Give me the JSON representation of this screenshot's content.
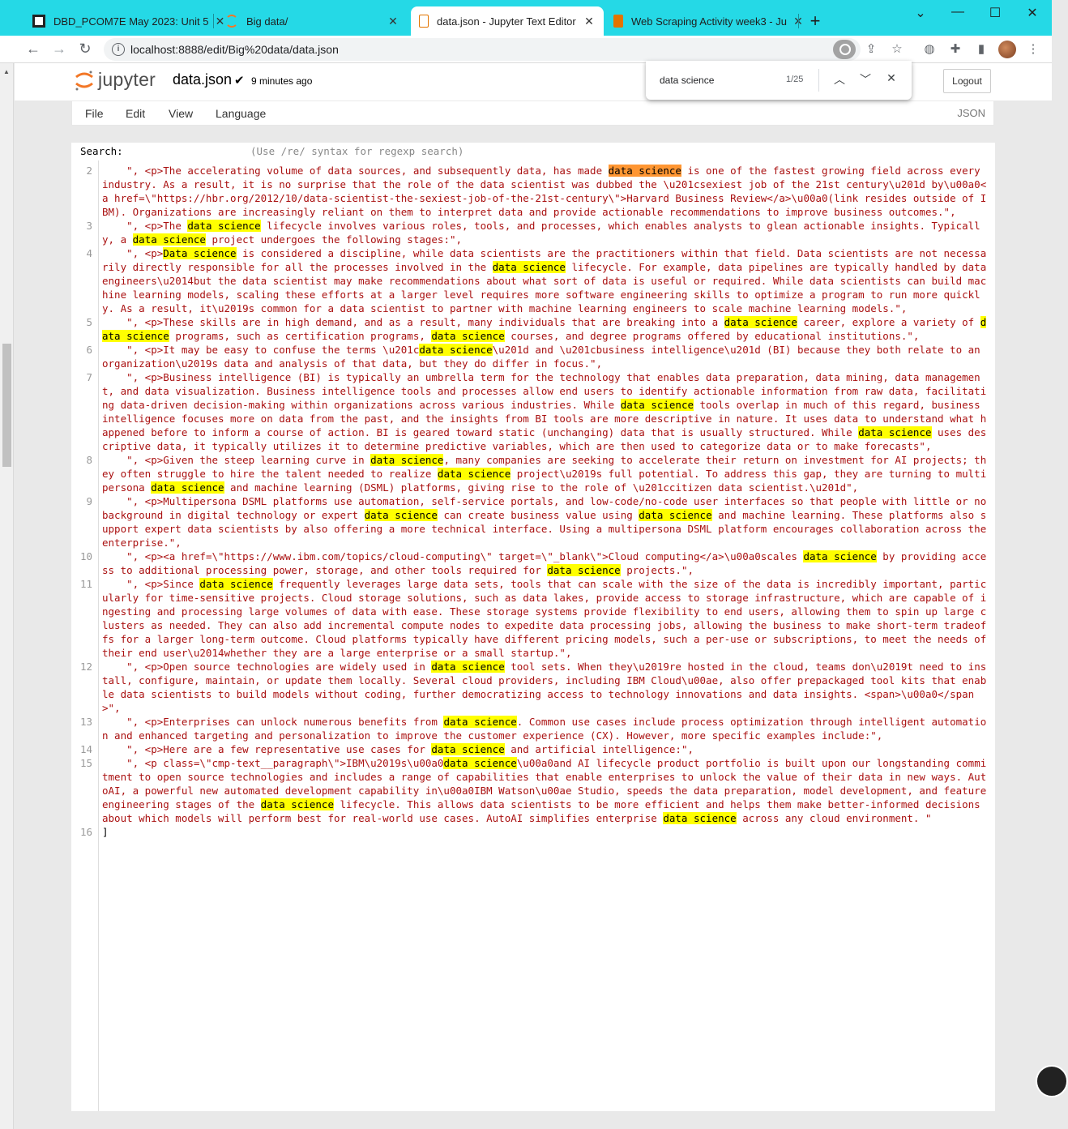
{
  "browser": {
    "tabs": [
      {
        "label": "DBD_PCOM7E May 2023: Unit 5",
        "active": false
      },
      {
        "label": "Big data/",
        "active": false
      },
      {
        "label": "data.json - Jupyter Text Editor",
        "active": true
      },
      {
        "label": "Web Scraping Activity week3 - Ju",
        "active": false
      }
    ],
    "url": "localhost:8888/edit/Big%20data/data.json"
  },
  "find": {
    "query": "data science",
    "count": "1/25"
  },
  "jupyter": {
    "logo_text": "jupyter",
    "filename": "data.json",
    "checkpoint": "9 minutes ago",
    "logout_label": "Logout",
    "menu": [
      "File",
      "Edit",
      "View",
      "Language"
    ],
    "mode": "JSON"
  },
  "editor": {
    "search_label": "Search:",
    "search_hint": "(Use /re/ syntax for regexp search)",
    "lines": [
      {
        "n": "2",
        "text": "    \", <p>The accelerating volume of data sources, and subsequently data, has made [[data science]] is one of the fastest growing field across every industry. As a result, it is no surprise that the role of the data scientist was dubbed the \\u201csexiest job of the 21st century\\u201d by\\u00a0<a href=\\\"https://hbr.org/2012/10/data-scientist-the-sexiest-job-of-the-21st-century\\\">Harvard Business Review</a>\\u00a0(link resides outside of IBM). Organizations are increasingly reliant on them to interpret data and provide actionable recommendations to improve business outcomes.\","
      },
      {
        "n": "3",
        "text": "    \", <p>The [[data science]] lifecycle involves various roles, tools, and processes, which enables analysts to glean actionable insights. Typically, a [[data science]] project undergoes the following stages:\","
      },
      {
        "n": "4",
        "text": "    \", <p>[[Data science]] is considered a discipline, while data scientists are the practitioners within that field. Data scientists are not necessarily directly responsible for all the processes involved in the [[data science]] lifecycle. For example, data pipelines are typically handled by data engineers\\u2014but the data scientist may make recommendations about what sort of data is useful or required. While data scientists can build machine learning models, scaling these efforts at a larger level requires more software engineering skills to optimize a program to run more quickly. As a result, it\\u2019s common for a data scientist to partner with machine learning engineers to scale machine learning models.\","
      },
      {
        "n": "5",
        "text": "    \", <p>These skills are in high demand, and as a result, many individuals that are breaking into a [[data science]] career, explore a variety of [[data science]] programs, such as certification programs, [[data science]] courses, and degree programs offered by educational institutions.\","
      },
      {
        "n": "6",
        "text": "    \", <p>It may be easy to confuse the terms \\u201c[[data science]]\\u201d and \\u201cbusiness intelligence\\u201d (BI) because they both relate to an organization\\u2019s data and analysis of that data, but they do differ in focus.\","
      },
      {
        "n": "7",
        "text": "    \", <p>Business intelligence (BI) is typically an umbrella term for the technology that enables data preparation, data mining, data management, and data visualization. Business intelligence tools and processes allow end users to identify actionable information from raw data, facilitating data-driven decision-making within organizations across various industries. While [[data science]] tools overlap in much of this regard, business intelligence focuses more on data from the past, and the insights from BI tools are more descriptive in nature. It uses data to understand what happened before to inform a course of action. BI is geared toward static (unchanging) data that is usually structured. While [[data science]] uses descriptive data, it typically utilizes it to determine predictive variables, which are then used to categorize data or to make forecasts\","
      },
      {
        "n": "8",
        "text": "    \", <p>Given the steep learning curve in [[data science]], many companies are seeking to accelerate their return on investment for AI projects; they often struggle to hire the talent needed to realize [[data science]] project\\u2019s full potential. To address this gap, they are turning to multipersona [[data science]] and machine learning (DSML) platforms, giving rise to the role of \\u201ccitizen data scientist.\\u201d\","
      },
      {
        "n": "9",
        "text": "    \", <p>Multipersona DSML platforms use automation, self-service portals, and low-code/no-code user interfaces so that people with little or no background in digital technology or expert [[data science]] can create business value using [[data science]] and machine learning. These platforms also support expert data scientists by also offering a more technical interface. Using a multipersona DSML platform encourages collaboration across the enterprise.\","
      },
      {
        "n": "10",
        "text": "    \", <p><a href=\\\"https://www.ibm.com/topics/cloud-computing\\\" target=\\\"_blank\\\">Cloud computing</a>\\u00a0scales [[data science]] by providing access to additional processing power, storage, and other tools required for [[data science]] projects.\","
      },
      {
        "n": "11",
        "text": "    \", <p>Since [[data science]] frequently leverages large data sets, tools that can scale with the size of the data is incredibly important, particularly for time-sensitive projects. Cloud storage solutions, such as data lakes, provide access to storage infrastructure, which are capable of ingesting and processing large volumes of data with ease. These storage systems provide flexibility to end users, allowing them to spin up large clusters as needed. They can also add incremental compute nodes to expedite data processing jobs, allowing the business to make short-term tradeoffs for a larger long-term outcome. Cloud platforms typically have different pricing models, such a per-use or subscriptions, to meet the needs of their end user\\u2014whether they are a large enterprise or a small startup.\","
      },
      {
        "n": "12",
        "text": "    \", <p>Open source technologies are widely used in [[data science]] tool sets. When they\\u2019re hosted in the cloud, teams don\\u2019t need to install, configure, maintain, or update them locally. Several cloud providers, including IBM Cloud\\u00ae, also offer prepackaged tool kits that enable data scientists to build models without coding, further democratizing access to technology innovations and data insights. <span>\\u00a0</span>\","
      },
      {
        "n": "13",
        "text": "    \", <p>Enterprises can unlock numerous benefits from [[data science]]. Common use cases include process optimization through intelligent automation and enhanced targeting and personalization to improve the customer experience (CX). However, more specific examples include:\","
      },
      {
        "n": "14",
        "text": "    \", <p>Here are a few representative use cases for [[data science]] and artificial intelligence:\","
      },
      {
        "n": "15",
        "text": "    \", <p class=\\\"cmp-text__paragraph\\\">IBM\\u2019s\\u00a0[[data science]]\\u00a0and AI lifecycle product portfolio is built upon our longstanding commitment to open source technologies and includes a range of capabilities that enable enterprises to unlock the value of their data in new ways. AutoAI, a powerful new automated development capability in\\u00a0IBM Watson\\u00ae Studio, speeds the data preparation, model development, and feature engineering stages of the [[data science]] lifecycle. This allows data scientists to be more efficient and helps them make better-informed decisions about which models will perform best for real-world use cases. AutoAI simplifies enterprise [[data science]] across any cloud environment. \""
      },
      {
        "n": "16",
        "text": "]"
      }
    ]
  },
  "colors": {
    "tabbar": "#25d9e6",
    "highlight": "#ffff00",
    "current_match": "#ff9632",
    "string": "#aa1111"
  },
  "icons": [
    "chevron-down-icon",
    "minimize-icon",
    "maximize-icon",
    "close-icon",
    "back-icon",
    "forward-icon",
    "reload-icon",
    "info-icon",
    "find-icon",
    "share-icon",
    "star-icon",
    "extension-icon",
    "puzzle-icon",
    "sidepanel-icon",
    "menu-dots-icon"
  ]
}
